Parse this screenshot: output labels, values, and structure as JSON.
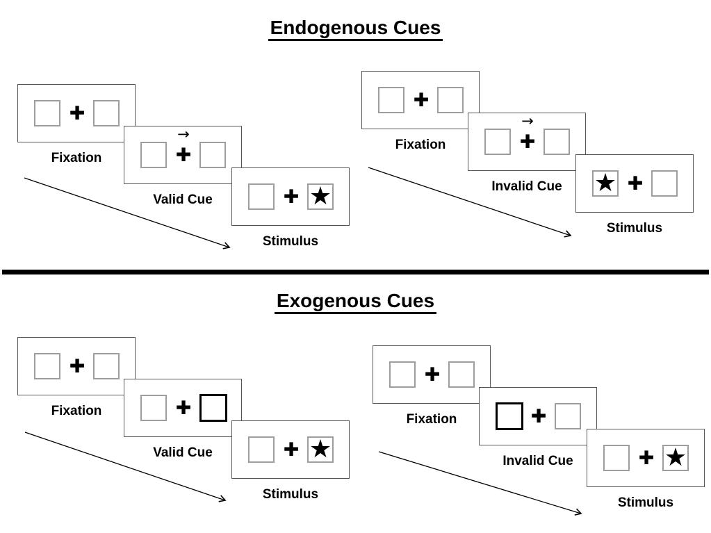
{
  "titles": {
    "endogenous": "Endogenous Cues",
    "exogenous": "Exogenous Cues"
  },
  "glyphs": {
    "fixation_cross": "✚",
    "stimulus_star": "★",
    "cue_arrow_right": "→"
  },
  "groups": [
    {
      "id": "endogenous-valid",
      "panels": [
        {
          "label": "Fixation",
          "cue": "none",
          "star": "none"
        },
        {
          "label": "Valid Cue",
          "cue": "arrow",
          "star": "none"
        },
        {
          "label": "Stimulus",
          "cue": "none",
          "star": "right"
        }
      ]
    },
    {
      "id": "endogenous-invalid",
      "panels": [
        {
          "label": "Fixation",
          "cue": "none",
          "star": "none"
        },
        {
          "label": "Invalid Cue",
          "cue": "arrow",
          "star": "none"
        },
        {
          "label": "Stimulus",
          "cue": "none",
          "star": "left"
        }
      ]
    },
    {
      "id": "exogenous-valid",
      "panels": [
        {
          "label": "Fixation",
          "cue": "none",
          "star": "none"
        },
        {
          "label": "Valid Cue",
          "cue": "bold-right",
          "star": "none"
        },
        {
          "label": "Stimulus",
          "cue": "none",
          "star": "right"
        }
      ]
    },
    {
      "id": "exogenous-invalid",
      "panels": [
        {
          "label": "Fixation",
          "cue": "none",
          "star": "none"
        },
        {
          "label": "Invalid Cue",
          "cue": "bold-left",
          "star": "none"
        },
        {
          "label": "Stimulus",
          "cue": "none",
          "star": "right"
        }
      ]
    }
  ]
}
